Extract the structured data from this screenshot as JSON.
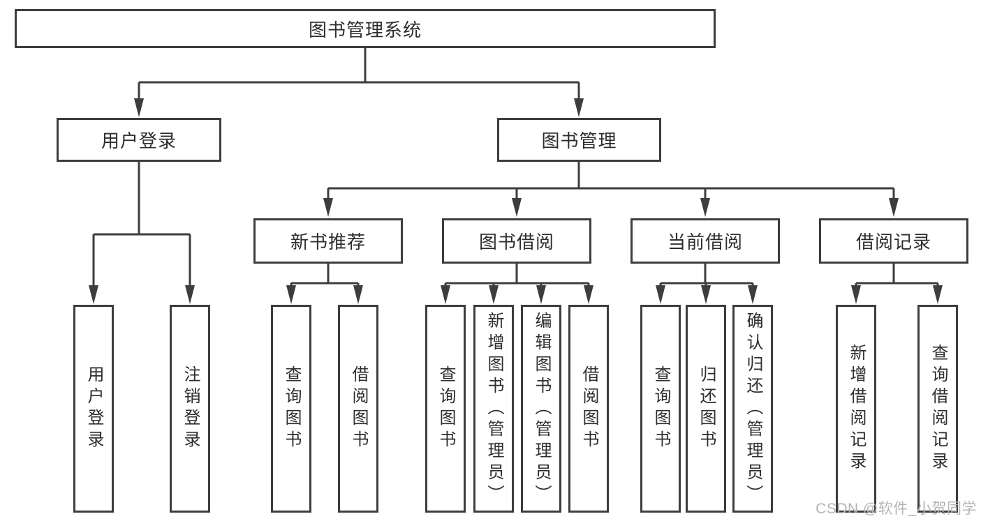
{
  "tree": {
    "root": {
      "label": "图书管理系统"
    },
    "branches": [
      {
        "label": "用户登录",
        "children": [
          {
            "label": "用户登录"
          },
          {
            "label": "注销登录"
          }
        ]
      },
      {
        "label": "图书管理",
        "children": [
          {
            "label": "新书推荐",
            "children": [
              {
                "label": "查询图书"
              },
              {
                "label": "借阅图书"
              }
            ]
          },
          {
            "label": "图书借阅",
            "children": [
              {
                "label": "查询图书"
              },
              {
                "label": "新增图书（管理员）"
              },
              {
                "label": "编辑图书（管理员）"
              },
              {
                "label": "借阅图书"
              }
            ]
          },
          {
            "label": "当前借阅",
            "children": [
              {
                "label": "查询图书"
              },
              {
                "label": "归还图书"
              },
              {
                "label": "确认归还（管理员）"
              }
            ]
          },
          {
            "label": "借阅记录",
            "children": [
              {
                "label": "新增借阅记录"
              },
              {
                "label": "查询借阅记录"
              }
            ]
          }
        ]
      }
    ]
  },
  "watermark": "CSDN @软件_小贺同学",
  "colors": {
    "line": "#3d3d3d",
    "text": "#2e2e2e",
    "background": "#ffffff",
    "watermark": "#b4b4b4"
  }
}
